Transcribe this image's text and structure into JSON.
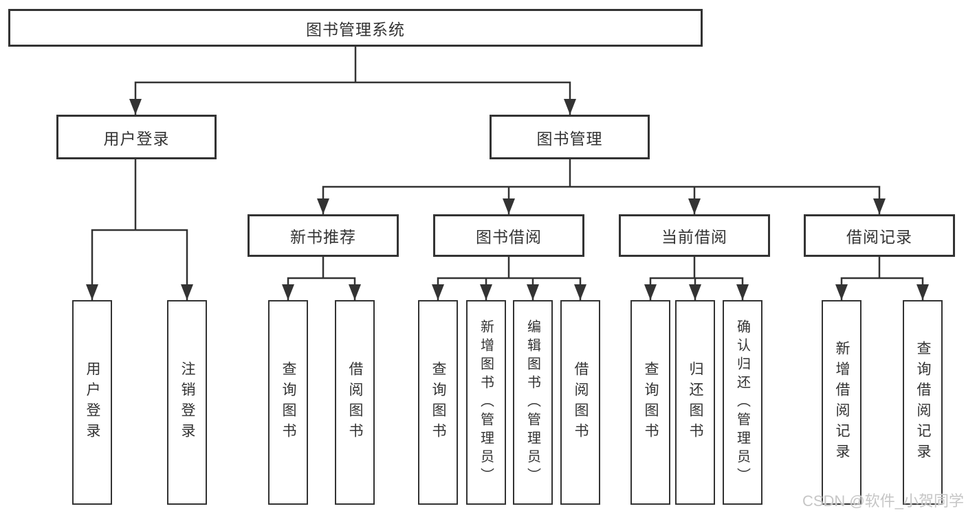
{
  "diagram": {
    "tree": {
      "label": "图书管理系统",
      "children": [
        {
          "label": "用户登录",
          "children": [
            {
              "label": "用户登录"
            },
            {
              "label": "注销登录"
            }
          ]
        },
        {
          "label": "图书管理",
          "children": [
            {
              "label": "新书推荐",
              "children": [
                {
                  "label": "查询图书"
                },
                {
                  "label": "借阅图书"
                }
              ]
            },
            {
              "label": "图书借阅",
              "children": [
                {
                  "label": "查询图书"
                },
                {
                  "label": "新增图书（管理员）"
                },
                {
                  "label": "编辑图书（管理员）"
                },
                {
                  "label": "借阅图书"
                }
              ]
            },
            {
              "label": "当前借阅",
              "children": [
                {
                  "label": "查询图书"
                },
                {
                  "label": "归还图书"
                },
                {
                  "label": "确认归还（管理员）"
                }
              ]
            },
            {
              "label": "借阅记录",
              "children": [
                {
                  "label": "新增借阅记录"
                },
                {
                  "label": "查询借阅记录"
                }
              ]
            }
          ]
        }
      ]
    },
    "colors": {
      "line": "#333333",
      "box_border": "#333333",
      "box_background": "#ffffff",
      "text": "#333333",
      "watermark": "#c6c6c6"
    }
  },
  "watermark": {
    "text": "CSDN @软件_小贺同学"
  }
}
